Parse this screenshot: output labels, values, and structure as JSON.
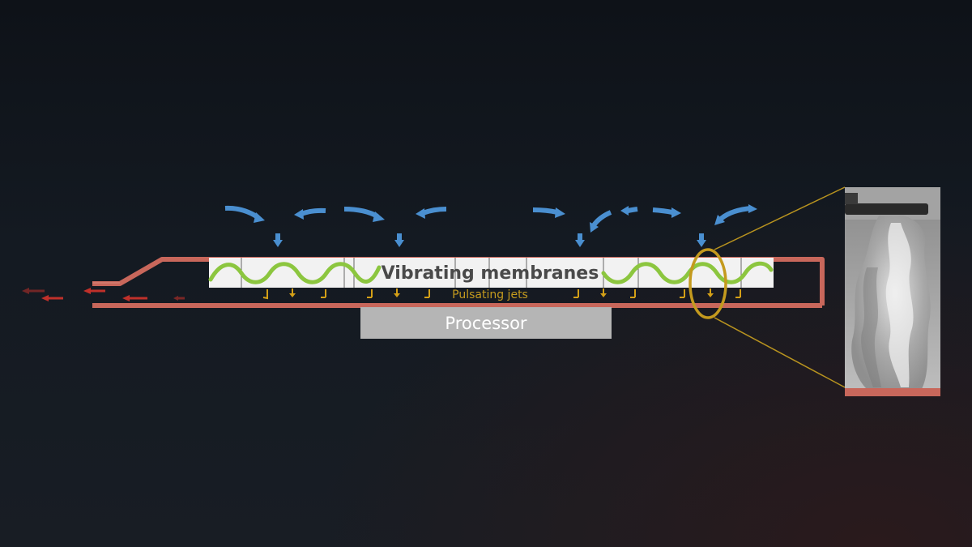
{
  "labels": {
    "membranes": "Vibrating membranes",
    "jets": "Pulsating jets",
    "processor": "Processor"
  },
  "colors": {
    "channel": "#c8675b",
    "outflow_arrow": "#c0302a",
    "airflow_arrow": "#4a8fd0",
    "membrane_wave": "#8cc63f",
    "jet_arrow": "#d4a017",
    "highlight_ring": "#c49a1e",
    "processor": "#b5b5b5",
    "membrane_panel": "#f2f2f2"
  },
  "icons": {
    "airflow": "curved-blue-arrow",
    "jet": "small-down-arrow",
    "outflow": "left-red-arrow",
    "zoom": "ellipse-magnifier"
  }
}
